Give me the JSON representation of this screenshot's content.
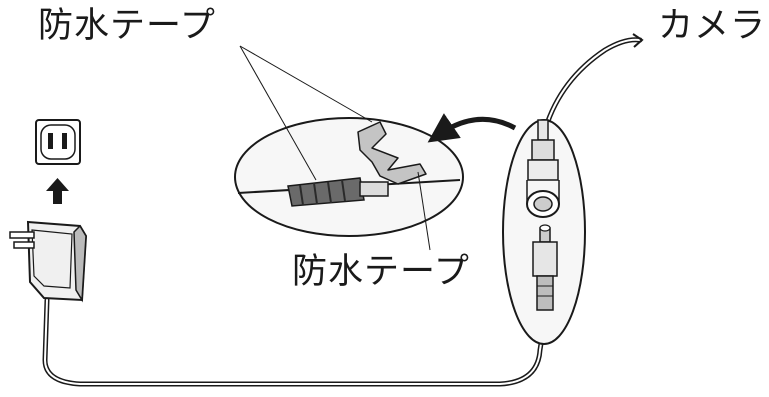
{
  "labels": {
    "waterproof_tape_top": "防水テープ",
    "camera": "カメラ",
    "waterproof_tape_bottom": "防水テープ"
  },
  "colors": {
    "line": "#1a1a1a",
    "tape": "#c4c4c4",
    "ellipse_fill": "#f7f7f7",
    "connector_dark": "#555555"
  },
  "icons": {
    "outlet": "wall-outlet-icon",
    "adapter": "power-adapter-icon",
    "arrow": "up-arrow-icon"
  }
}
